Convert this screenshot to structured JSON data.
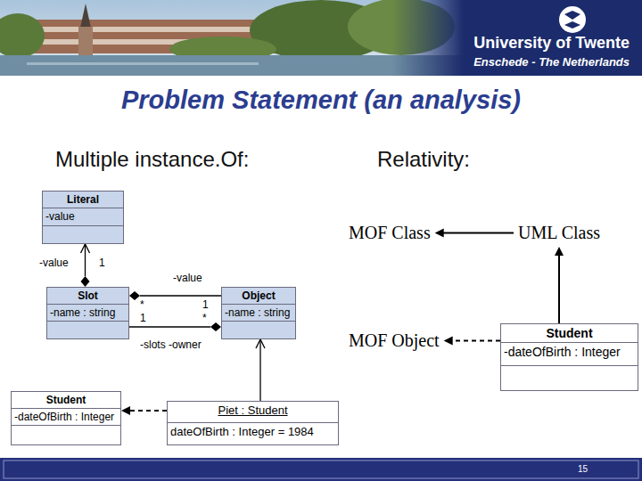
{
  "diagram": {
    "title": "Problem Statement (an analysis)",
    "nodes": [
      {
        "text": [
          "Literal",
          "-value"
        ]
      },
      {
        "text": [
          "Slot",
          "-name : string"
        ]
      },
      {
        "text": [
          "Object",
          "-name : string"
        ]
      },
      {
        "text": [
          "Student",
          "-dateOfBirth : Integer"
        ]
      },
      {
        "text": [
          "Piet : Student",
          "dateOfBirth : Integer = 1984"
        ]
      },
      {
        "text": [
          "MOF Class"
        ]
      },
      {
        "text": [
          "UML Class"
        ]
      },
      {
        "text": [
          "MOF Object"
        ]
      },
      {
        "text": [
          "Student",
          "-dateOfBirth : Integer"
        ]
      }
    ],
    "edges": [
      {
        "from": 1,
        "to": 0,
        "arrow": "to",
        "label": "-value"
      },
      {
        "from": 1,
        "to": 2,
        "arrow": "none",
        "label": "-value"
      },
      {
        "from": 2,
        "to": 1,
        "arrow": "none",
        "label": "-slots -owner"
      },
      {
        "from": 4,
        "to": 2,
        "arrow": "to"
      },
      {
        "from": 4,
        "to": 3,
        "arrow": "to"
      },
      {
        "from": 6,
        "to": 5,
        "arrow": "to"
      },
      {
        "from": 8,
        "to": 6,
        "arrow": "to"
      },
      {
        "from": 8,
        "to": 7,
        "arrow": "to"
      }
    ],
    "labels": [
      "University of Twente",
      "Enschede - The Netherlands",
      "Multiple instance.Of:",
      "Relativity:",
      "1",
      "*",
      "1",
      "1",
      "*",
      "15"
    ]
  }
}
